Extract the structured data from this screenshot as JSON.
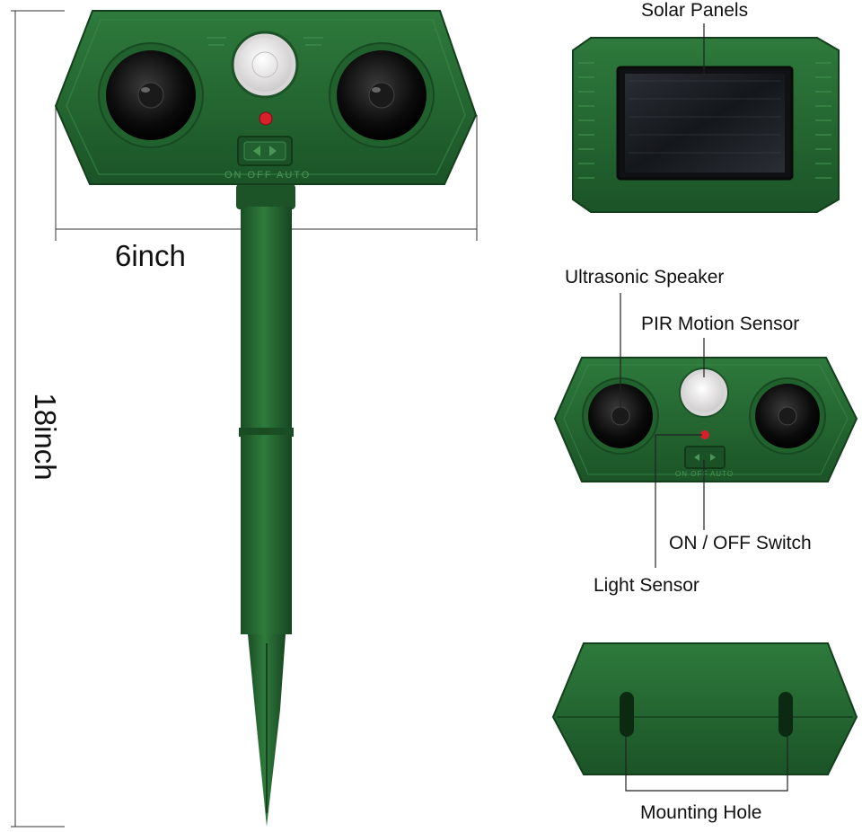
{
  "dimensions": {
    "width": "6inch",
    "height": "18inch"
  },
  "device": {
    "switch_markings": "ON  OFF AUTO"
  },
  "callouts": {
    "solar_panels": "Solar Panels",
    "ultrasonic_speaker": "Ultrasonic Speaker",
    "pir_motion_sensor": "PIR Motion Sensor",
    "on_off_switch": "ON / OFF Switch",
    "light_sensor": "Light Sensor",
    "mounting_hole": "Mounting Hole"
  },
  "colors": {
    "body_green": "#1f5e2c",
    "body_green_light": "#2f7a3c",
    "body_green_dark": "#174a22",
    "speaker_black": "#0d0d0d",
    "pir_white": "#ece9ea",
    "led_red": "#d8202a",
    "solar_dark": "#1a1d22",
    "line": "#222222"
  }
}
